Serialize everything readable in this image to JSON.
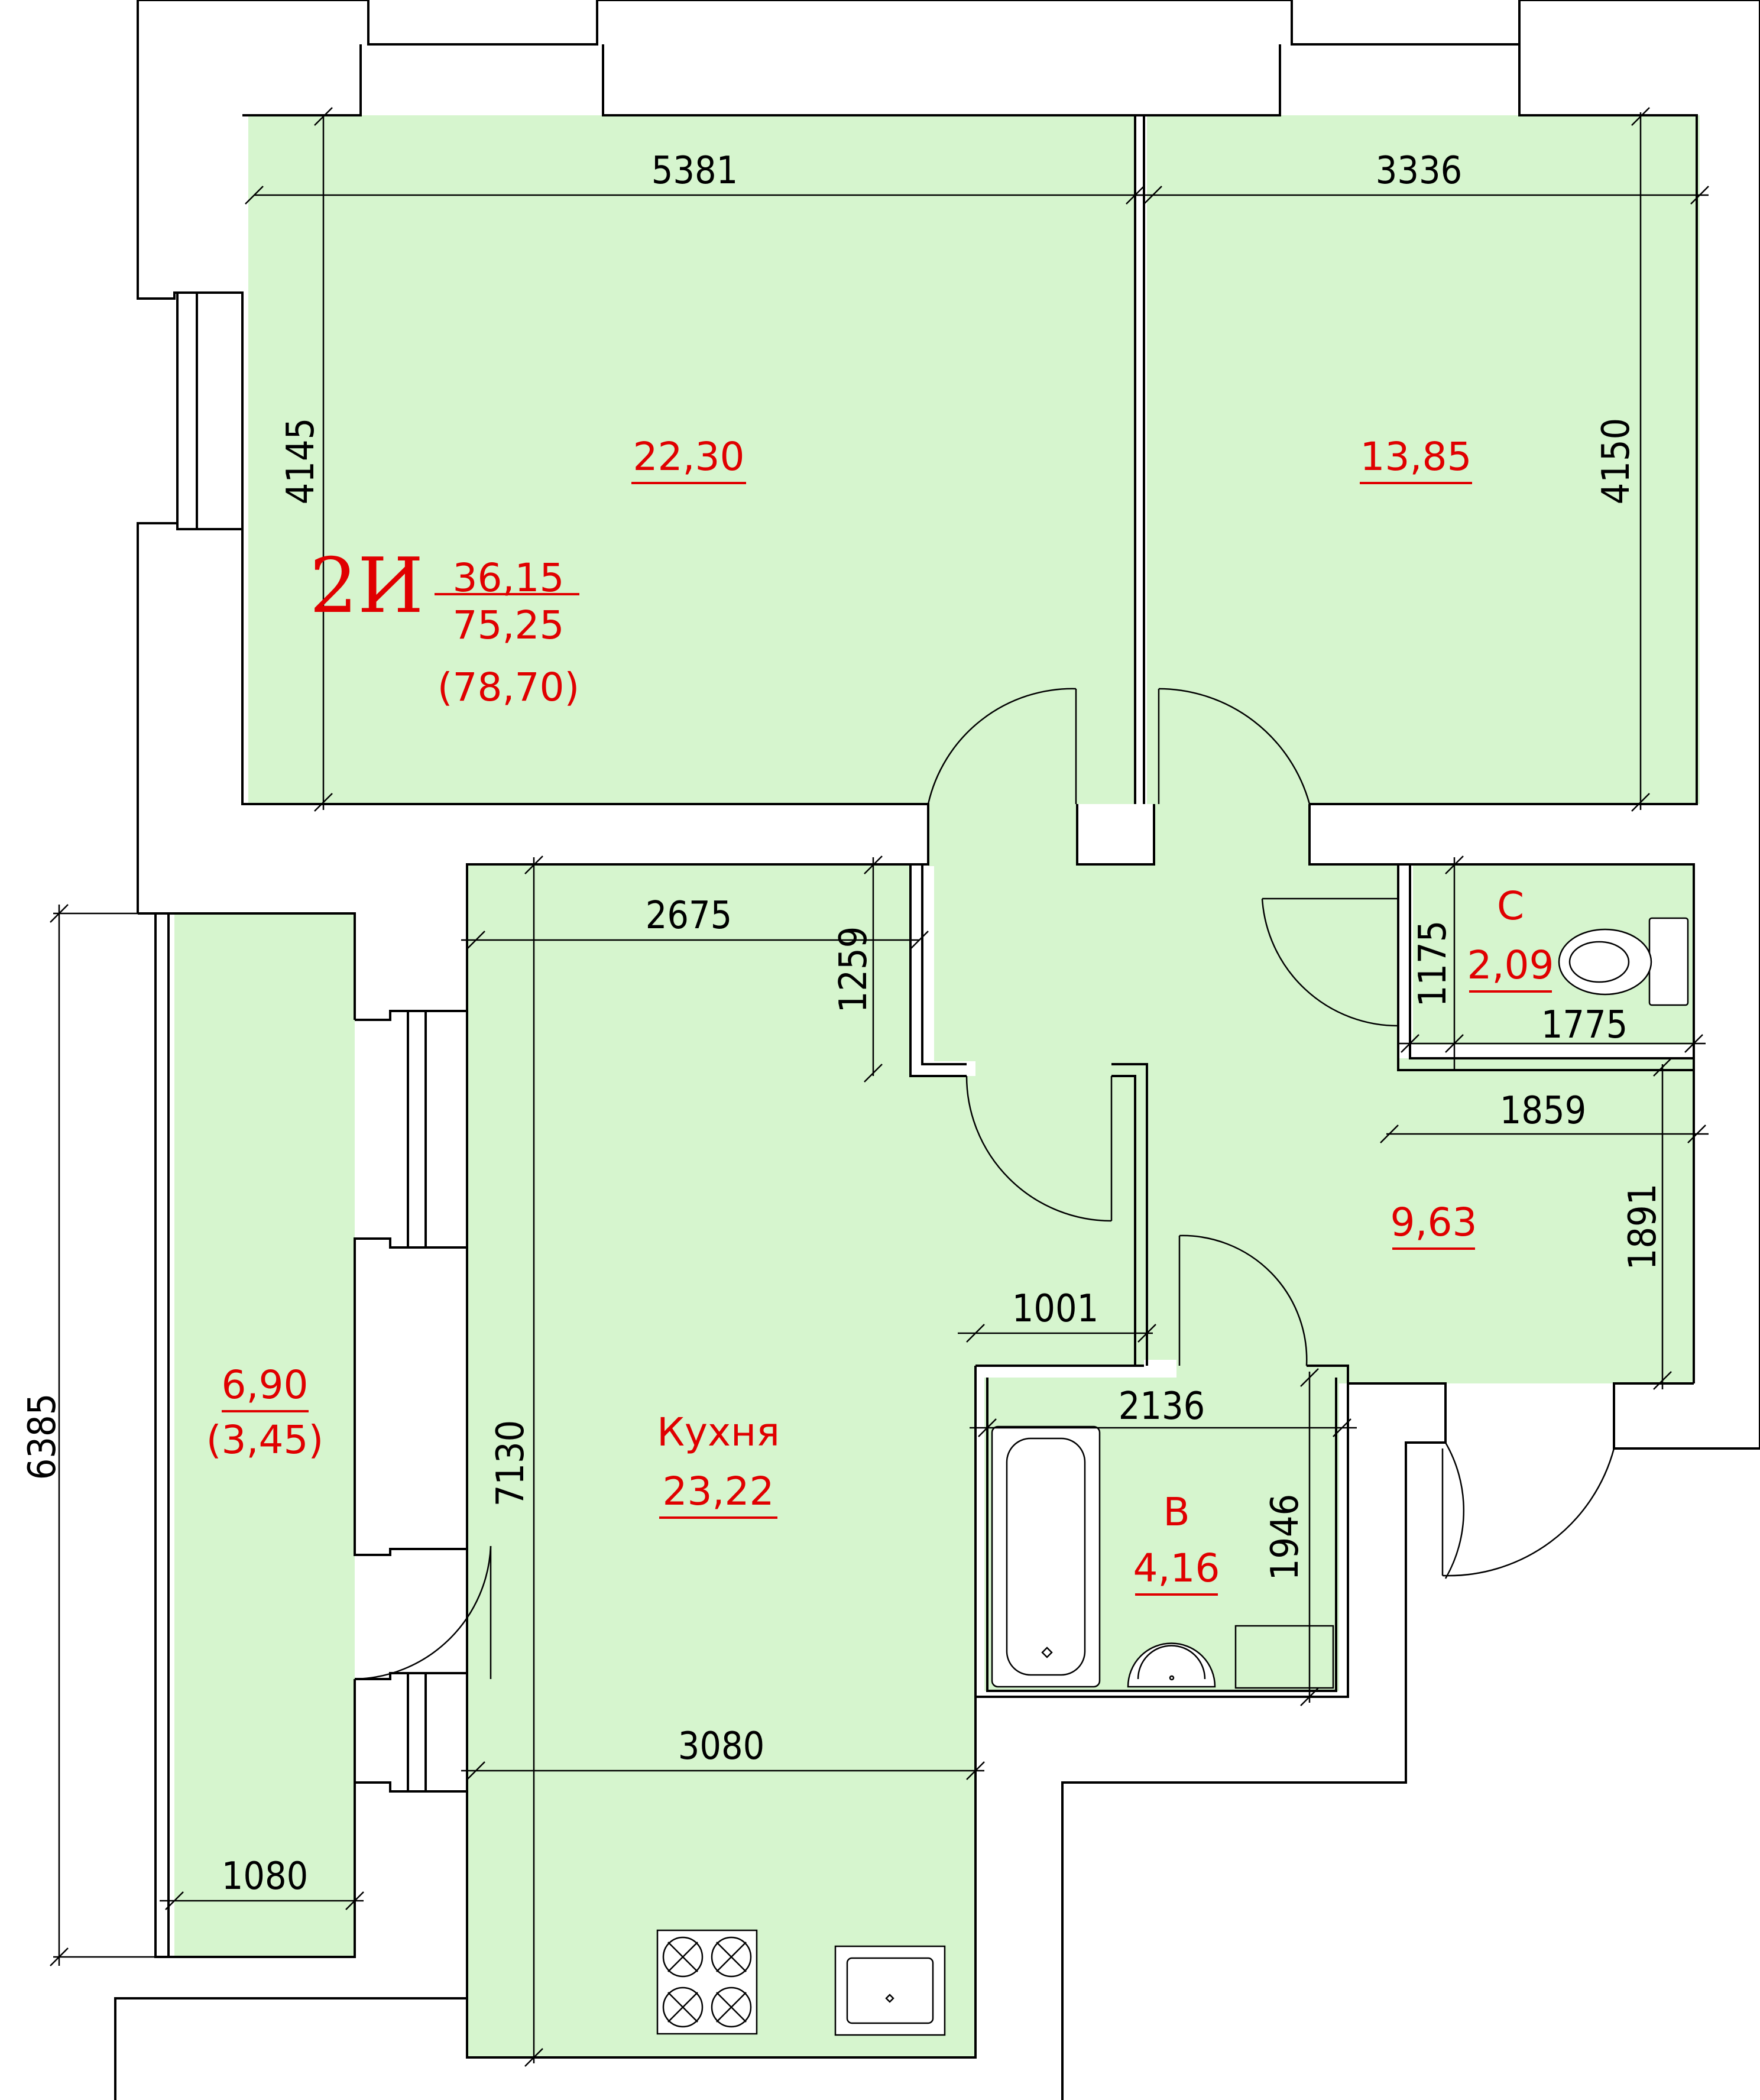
{
  "apartment": {
    "type_label": "2И",
    "living_area": "36,15",
    "total_area": "75,25",
    "total_with_balcony": "(78,70)"
  },
  "rooms": {
    "room1": {
      "area": "22,30"
    },
    "room2": {
      "area": "13,85"
    },
    "kitchen": {
      "name": "Кухня",
      "area": "23,22"
    },
    "hall": {
      "area": "9,63"
    },
    "wc": {
      "name": "С",
      "area": "2,09"
    },
    "bath": {
      "name": "В",
      "area": "4,16"
    },
    "balcony": {
      "area": "6,90",
      "reduced_area": "(3,45)"
    }
  },
  "dimensions": {
    "d5381": "5381",
    "d3336": "3336",
    "d4145": "4145",
    "d4150": "4150",
    "d2675": "2675",
    "d1259": "1259",
    "d1175": "1175",
    "d1775": "1775",
    "d1859": "1859",
    "d1891": "1891",
    "d1001": "1001",
    "d2136": "2136",
    "d1946": "1946",
    "d7130": "7130",
    "d6385": "6385",
    "d3080": "3080",
    "d1080": "1080"
  },
  "colors": {
    "floor": "#d6f5ce",
    "label": "#e00000",
    "line": "#000000"
  }
}
